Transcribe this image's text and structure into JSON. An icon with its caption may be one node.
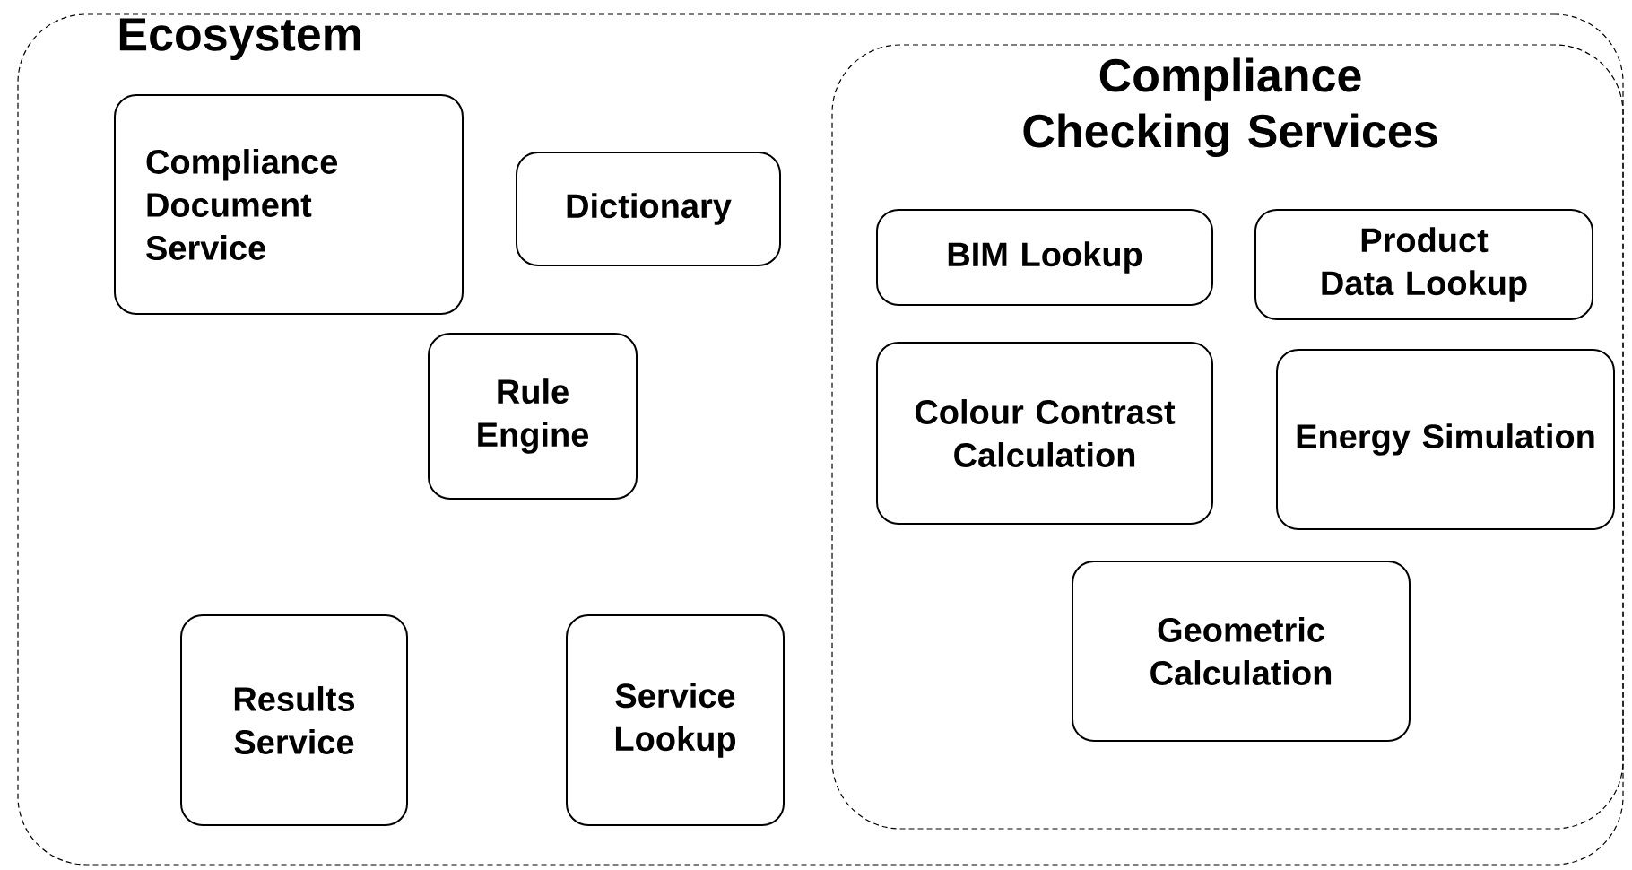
{
  "diagram": {
    "nodes": [
      {
        "text": [
          "Ecosystem"
        ]
      },
      {
        "text": [
          "Compliance Document Service"
        ],
        "in": 0
      },
      {
        "text": [
          "Dictionary"
        ],
        "in": 0
      },
      {
        "text": [
          "Rule Engine"
        ],
        "in": 0
      },
      {
        "text": [
          "Results Service"
        ],
        "in": 0
      },
      {
        "text": [
          "Service Lookup"
        ],
        "in": 0
      },
      {
        "text": [
          "Compliance Checking Services"
        ],
        "in": 0
      },
      {
        "text": [
          "BIM Lookup"
        ],
        "in": 6
      },
      {
        "text": [
          "Product Data Lookup"
        ],
        "in": 6
      },
      {
        "text": [
          "Colour Contrast Calculation"
        ],
        "in": 6
      },
      {
        "text": [
          "Energy Simulation"
        ],
        "in": 6
      },
      {
        "text": [
          "Geometric Calculation"
        ],
        "in": 6
      }
    ],
    "edges": []
  }
}
